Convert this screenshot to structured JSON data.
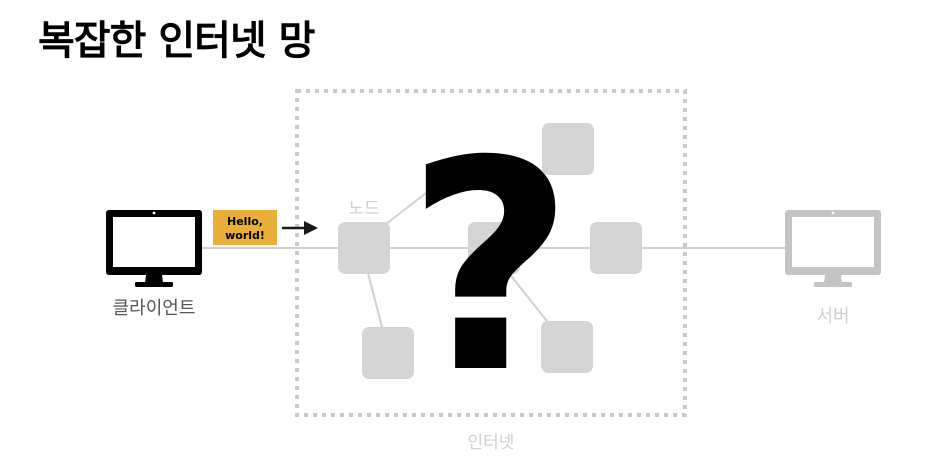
{
  "title": "복잡한 인터넷 망",
  "labels": {
    "client": "클라이언트",
    "server": "서버",
    "node": "노드",
    "internet": "인터넷"
  },
  "message": {
    "line1": "Hello,",
    "line2": "world!"
  },
  "unknown_mark": "?",
  "colors": {
    "client_monitor": "#000000",
    "server_monitor": "#c4c4c4",
    "node_fill": "#d4d4d4",
    "link_line": "#d0d0d0",
    "message_fill": "#e9af3a",
    "muted_text": "#cfcfcf",
    "dark_text": "#555555"
  },
  "icons": {
    "client": "desktop-monitor-icon",
    "server": "desktop-monitor-icon",
    "arrow": "arrow-right-icon"
  }
}
